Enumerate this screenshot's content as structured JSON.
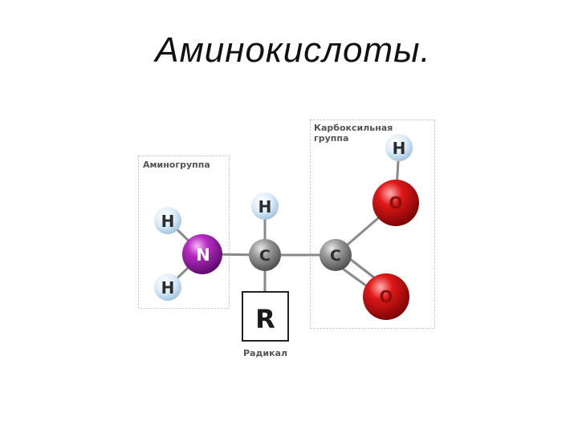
{
  "title": "Аминокислоты.",
  "diagram": {
    "amino_group_label": "Аминогруппа",
    "carboxyl_group_label_line1": "Карбоксильная",
    "carboxyl_group_label_line2": "группа",
    "radical_label": "Радикал",
    "radical_symbol": "R",
    "atoms": {
      "h_amino_top": "H",
      "h_amino_bottom": "H",
      "nitrogen": "N",
      "h_alpha": "H",
      "c_alpha": "C",
      "c_carboxyl": "C",
      "o_hydroxyl": "O",
      "h_hydroxyl": "H",
      "o_carbonyl": "O"
    }
  },
  "colors": {
    "hydrogen": "#cfe6f6",
    "nitrogen": "#9a1aa6",
    "carbon": "#8f8f8f",
    "oxygen": "#d41414",
    "bond": "#8a8a8a"
  }
}
